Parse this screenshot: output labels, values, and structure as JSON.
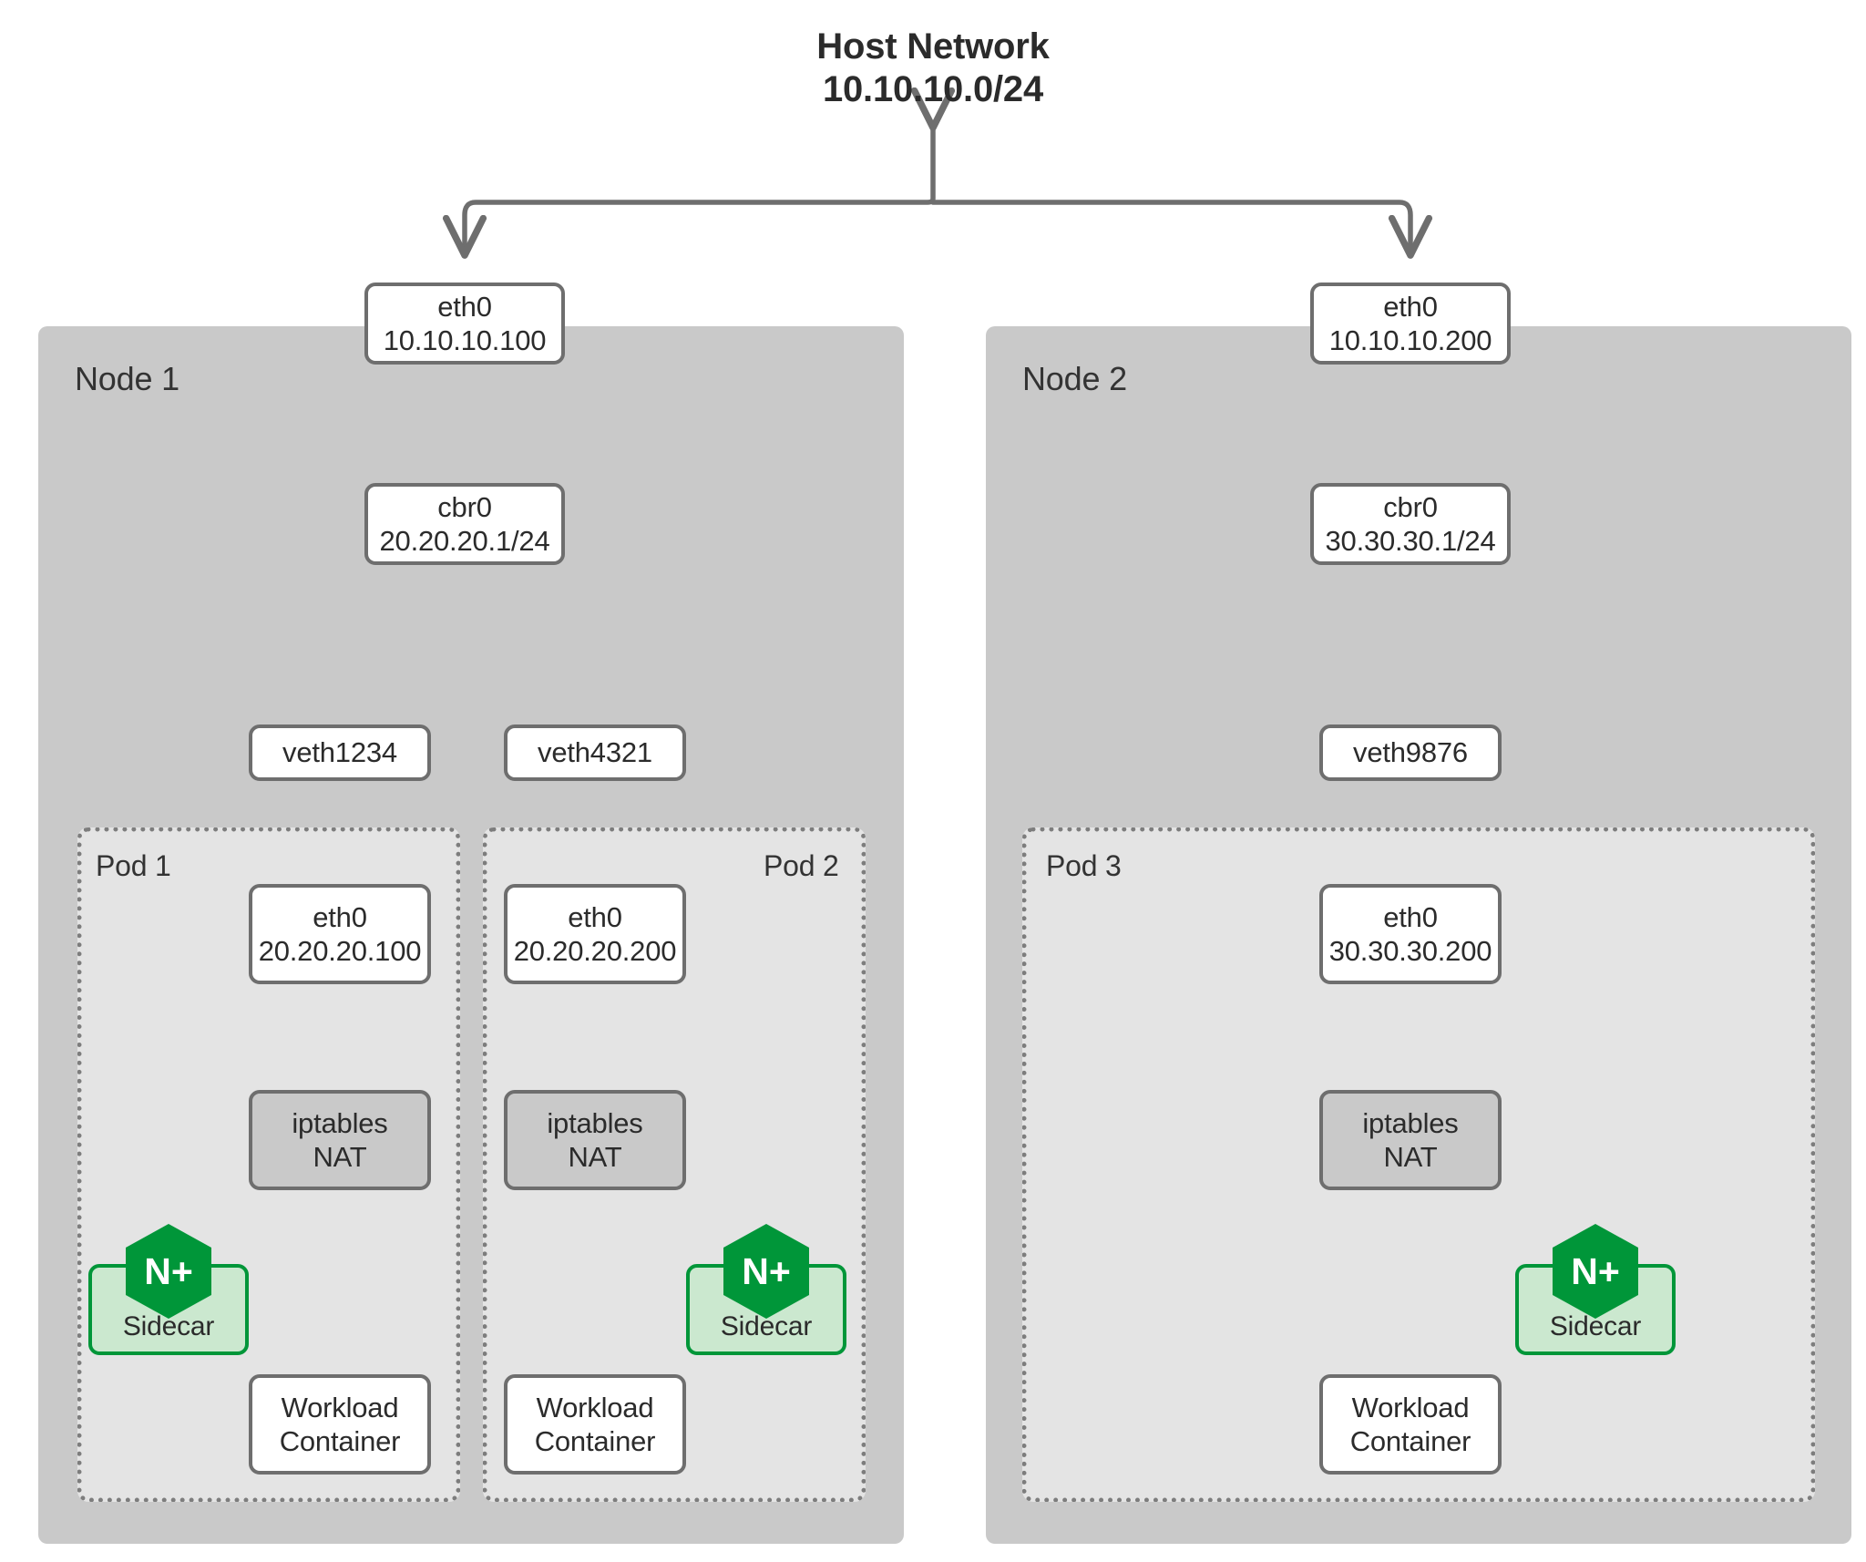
{
  "diagram": {
    "type": "network-topology",
    "title": "Host Network",
    "subnet": "10.10.10.0/24",
    "colors": {
      "node_fill": "#c9c9c9",
      "pod_fill": "#e4e4e4",
      "box_stroke": "#6e6e6e",
      "box_fill": "#ffffff",
      "nat_fill": "#c9c9c9",
      "sidecar_fill": "#cbe8cf",
      "sidecar_stroke": "#009639",
      "logo_green": "#009639",
      "arrow": "#6e6e6e",
      "text": "#2b2b2b",
      "background": "#ffffff"
    }
  },
  "host": {
    "title": "Host Network",
    "cidr": "10.10.10.0/24"
  },
  "nodes": [
    {
      "label": "Node 1",
      "eth0": {
        "name": "eth0",
        "ip": "10.10.10.100"
      },
      "bridge": {
        "name": "cbr0",
        "ip": "20.20.20.1/24"
      },
      "veths": [
        "veth1234",
        "veth4321"
      ],
      "pods": [
        {
          "label": "Pod 1",
          "eth0": {
            "name": "eth0",
            "ip": "20.20.20.100"
          },
          "nat": {
            "line1": "iptables",
            "line2": "NAT"
          },
          "sidecar": {
            "label": "Sidecar",
            "logo": "N+"
          },
          "workload": {
            "line1": "Workload",
            "line2": "Container"
          }
        },
        {
          "label": "Pod 2",
          "eth0": {
            "name": "eth0",
            "ip": "20.20.20.200"
          },
          "nat": {
            "line1": "iptables",
            "line2": "NAT"
          },
          "sidecar": {
            "label": "Sidecar",
            "logo": "N+"
          },
          "workload": {
            "line1": "Workload",
            "line2": "Container"
          }
        }
      ]
    },
    {
      "label": "Node 2",
      "eth0": {
        "name": "eth0",
        "ip": "10.10.10.200"
      },
      "bridge": {
        "name": "cbr0",
        "ip": "30.30.30.1/24"
      },
      "veths": [
        "veth9876"
      ],
      "pods": [
        {
          "label": "Pod 3",
          "eth0": {
            "name": "eth0",
            "ip": "30.30.30.200"
          },
          "nat": {
            "line1": "iptables",
            "line2": "NAT"
          },
          "sidecar": {
            "label": "Sidecar",
            "logo": "N+"
          },
          "workload": {
            "line1": "Workload",
            "line2": "Container"
          }
        }
      ]
    }
  ]
}
